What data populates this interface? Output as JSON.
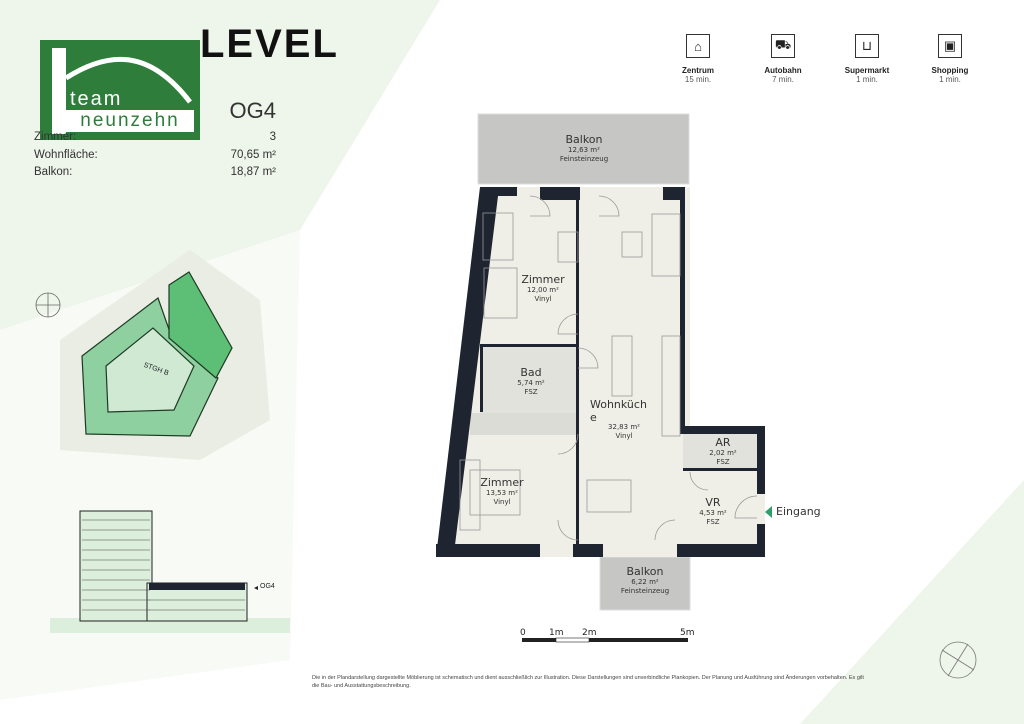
{
  "header": {
    "brand": "LEVEL",
    "logo_text": [
      "team",
      "neunzehn"
    ],
    "floor": "OG4"
  },
  "info": [
    {
      "label": "Zimmer:",
      "value": "3"
    },
    {
      "label": "Wohnfläche:",
      "value": "70,65 m²"
    },
    {
      "label": "Balkon:",
      "value": "18,87 m²"
    }
  ],
  "amenities": [
    {
      "name": "Zentrum",
      "time": "15 min.",
      "icon": "city-center-icon"
    },
    {
      "name": "Autobahn",
      "time": "7 min.",
      "icon": "highway-icon"
    },
    {
      "name": "Supermarkt",
      "time": "1 min.",
      "icon": "shopping-cart-icon"
    },
    {
      "name": "Shopping",
      "time": "1 min.",
      "icon": "shopping-bag-icon"
    }
  ],
  "site_plan": {
    "stair_label": "STGH B",
    "level_marker": "OG4",
    "north": "N"
  },
  "rooms": {
    "balkon_top": {
      "name": "Balkon",
      "area": "12,63 m²",
      "floor": "Feinsteinzeug"
    },
    "zimmer1": {
      "name": "Zimmer",
      "area": "12,00 m²",
      "floor": "Vinyl"
    },
    "bad": {
      "name": "Bad",
      "area": "5,74 m²",
      "floor": "FSZ"
    },
    "wohnkueche": {
      "name1": "Wohnküch",
      "name2": "e",
      "area": "32,83 m²",
      "floor": "Vinyl"
    },
    "ar": {
      "name": "AR",
      "area": "2,02 m²",
      "floor": "FSZ"
    },
    "zimmer2": {
      "name": "Zimmer",
      "area": "13,53 m²",
      "floor": "Vinyl"
    },
    "vr": {
      "name": "VR",
      "area": "4,53 m²",
      "floor": "FSZ"
    },
    "balkon_bottom": {
      "name": "Balkon",
      "area": "6,22 m²",
      "floor": "Feinsteinzeug"
    }
  },
  "entrance": "Eingang",
  "scale": [
    "0",
    "1m",
    "2m",
    "5m"
  ],
  "disclaimer": "Die in der Plandarstellung dargestellte Möblierung ist schematisch und dient ausschließlich zur Illustration. Diese Darstellungen sind unverbindliche Plankopien. Der Planung und Ausführung sind Änderungen vorbehalten. Es gilt die Bau- und Ausstattungsbeschreibung.",
  "colors": {
    "wall": "#1e2430",
    "floor": "#efefe8",
    "balcony": "#c6c6c4",
    "brand_green": "#2f7d3b",
    "accent": "#2e9e6a"
  }
}
